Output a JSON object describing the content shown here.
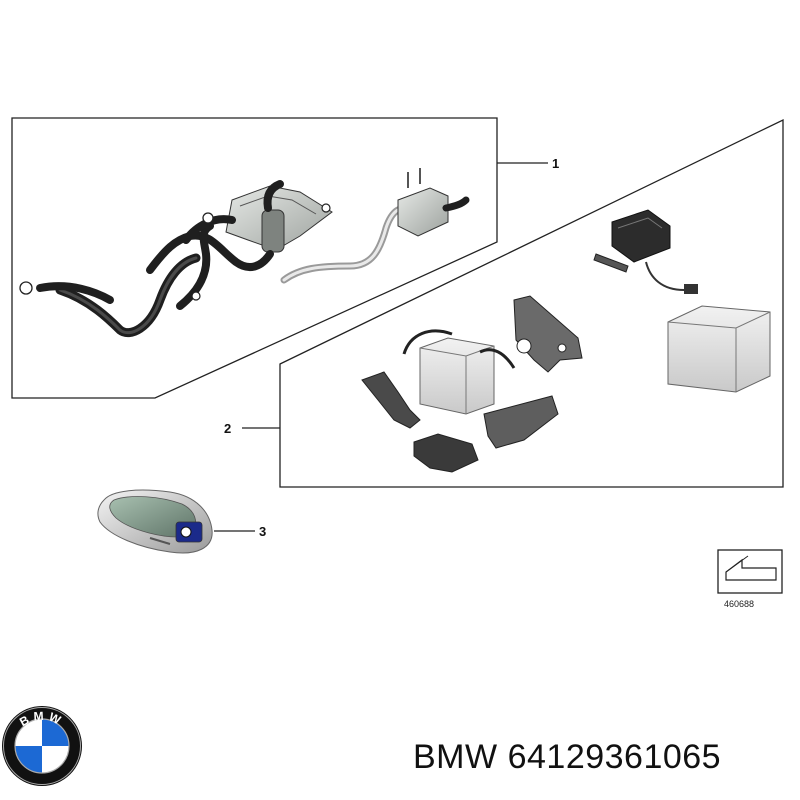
{
  "callouts": {
    "one": "1",
    "two": "2",
    "three": "3"
  },
  "diagram_ref": "460688",
  "logo": {
    "text": "BMW",
    "colors": {
      "blue": "#1c69d4",
      "black": "#111111",
      "white": "#ffffff"
    }
  },
  "caption": {
    "brand": "BMW",
    "part_number": "64129361065"
  }
}
